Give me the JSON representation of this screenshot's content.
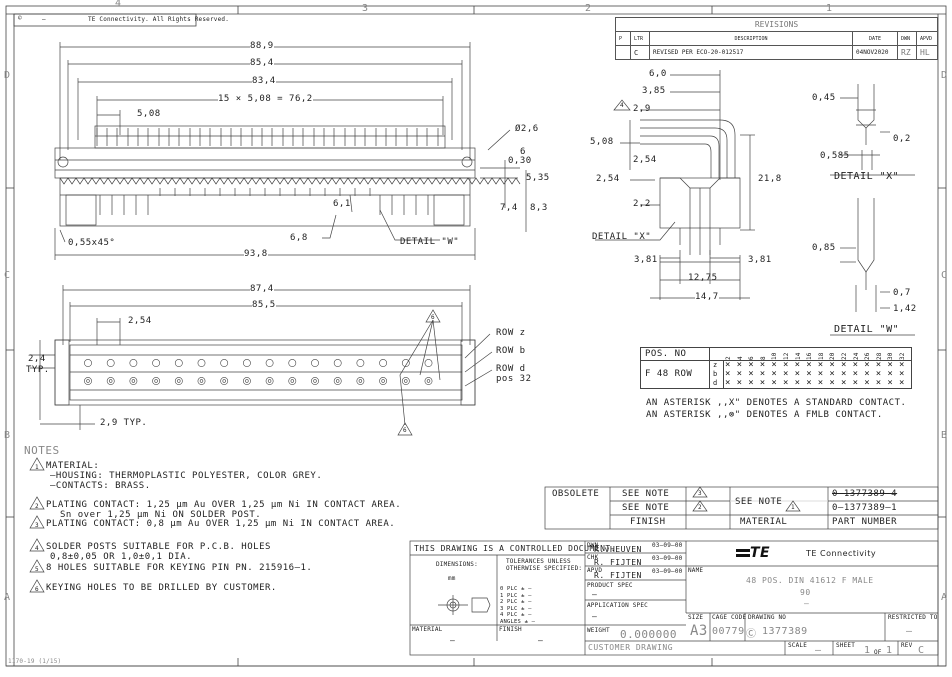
{
  "sheet": {
    "copyright": "TE Connectivity. All Rights Reserved.",
    "copyright_dash": "–",
    "zone_cols": [
      "4",
      "3",
      "2",
      "1"
    ],
    "zone_rows": [
      "D",
      "C",
      "B",
      "A"
    ],
    "form_id": "1170-19 (1/15)"
  },
  "revisions": {
    "title": "REVISIONS",
    "headers": [
      "P",
      "LTR",
      "DESCRIPTION",
      "DATE",
      "DWN",
      "APVD"
    ],
    "row": [
      "",
      "C",
      "REVISED PER ECO-20-012517",
      "04NOV2020",
      "RZ",
      "HL"
    ]
  },
  "front_view": {
    "dims": [
      "88,9",
      "85,4",
      "83,4",
      "15 × 5,08 = 76,2",
      "5,08",
      "Ø2,6",
      "6",
      "0,30",
      "5,35",
      "7,4",
      "8,3",
      "6,1",
      "6,8",
      "0,55x45°",
      "93,8"
    ],
    "detail_w_label": "DETAIL \"W\""
  },
  "bottom_view": {
    "dims": [
      "87,4",
      "85,5",
      "2,54",
      "2,4",
      "TYP.",
      "2,9 TYP."
    ],
    "rows": [
      "ROW z",
      "ROW b",
      "ROW d",
      "pos 32"
    ],
    "callout": "6"
  },
  "side_view": {
    "dims": [
      "6,0",
      "3,85",
      "2,9",
      "5,08",
      "2,54",
      "2,54",
      "2,2",
      "21,8",
      "3,81",
      "3,81",
      "12,75",
      "14,7"
    ],
    "detail_x_label": "DETAIL \"X\"",
    "callout": "4"
  },
  "detail_x": {
    "dims": [
      "0,45",
      "0,2",
      "0,585"
    ],
    "title": "DETAIL \"X\""
  },
  "detail_w": {
    "dims": [
      "0,85",
      "0,7",
      "1,42"
    ],
    "title": "DETAIL \"W\""
  },
  "pos_table": {
    "pos_label": "POS. NO",
    "positions": [
      "2",
      "4",
      "6",
      "8",
      "10",
      "12",
      "14",
      "16",
      "18",
      "20",
      "22",
      "24",
      "26",
      "28",
      "30",
      "32"
    ],
    "part_label": "F 48 ROW",
    "rows": [
      "z",
      "b",
      "d"
    ],
    "note1": "AN ASTERISK ,,X\" DENOTES A STANDARD CONTACT.",
    "note2": "AN ASTERISK ,,⊗\" DENOTES A FMLB CONTACT."
  },
  "notes": {
    "title": "NOTES",
    "items": [
      {
        "num": "1",
        "lines": [
          "MATERIAL:",
          "–HOUSING: THERMOPLASTIC POLYESTER, COLOR GREY.",
          "–CONTACTS: BRASS."
        ]
      },
      {
        "num": "2",
        "lines": [
          "PLATING CONTACT: 1,25 μm Au OVER 1,25 μm Ni IN CONTACT AREA.",
          "Sn over 1,25 μm Ni ON SOLDER POST."
        ]
      },
      {
        "num": "3",
        "lines": [
          "PLATING CONTACT: 0,8 μm Au OVER 1,25 μm Ni IN CONTACT AREA."
        ]
      },
      {
        "num": "4",
        "lines": [
          "SOLDER POSTS SUITABLE FOR P.C.B. HOLES",
          "0,8±0,05 OR 1,0±0,1 DIA."
        ]
      },
      {
        "num": "5",
        "lines": [
          "8 HOLES SUITABLE FOR KEYING PIN PN. 215916–1."
        ]
      },
      {
        "num": "6",
        "lines": [
          "KEYING HOLES TO BE DRILLED BY CUSTOMER."
        ]
      }
    ]
  },
  "obsolete_table": {
    "obsolete": "OBSOLETE",
    "see_note": "SEE NOTE",
    "n3": "3",
    "n2": "2",
    "n1": "1",
    "pn1": "0–1377389–4",
    "pn2": "0–1377389–1",
    "finish": "FINISH",
    "material": "MATERIAL",
    "part_number": "PART NUMBER"
  },
  "title_block": {
    "controlled": "THIS DRAWING IS A CONTROLLED DOCUMENT.",
    "dimensions": "DIMENSIONS:",
    "units": "mm",
    "tolerances": "TOLERANCES UNLESS",
    "otherwise": "OTHERWISE SPECIFIED:",
    "plc": [
      "0 PLC  ±  –",
      "1 PLC  ±  –",
      "2 PLC  ±  –",
      "3 PLC  ±  –",
      "4 PLC  ±  –",
      "ANGLES  ±  –"
    ],
    "material_label": "MATERIAL",
    "material_val": "–",
    "finish_label": "FINISH",
    "finish_val": "–",
    "dwn_label": "DWN",
    "dwn_name": "R.vHEUVEN",
    "dwn_date": "03–09–00",
    "chk_label": "CHK",
    "chk_name": "R. FIJTEN",
    "chk_date": "03–09–00",
    "apvd_label": "APVD",
    "apvd_name": "R. FIJTEN",
    "apvd_date": "03–09–00",
    "product_spec": "PRODUCT SPEC",
    "product_val": "–",
    "app_spec": "APPLICATION SPEC",
    "app_val": "–",
    "weight_label": "WEIGHT",
    "weight": "0.000000",
    "customer_drawing": "CUSTOMER DRAWING",
    "company": "TE Connectivity",
    "logo": "TE",
    "name_label": "NAME",
    "name1": "48 POS. DIN 41612 F MALE",
    "name2": "90",
    "name3": "–",
    "size_label": "SIZE",
    "size": "A3",
    "cage_label": "CAGE CODE",
    "cage": "00779",
    "drawing_no_label": "DRAWING NO",
    "drawing_no": "1377389",
    "restricted_label": "RESTRICTED TO",
    "restricted": "–",
    "scale_label": "SCALE",
    "scale": "–",
    "sheet_label": "SHEET",
    "sheet": "1",
    "of": "OF",
    "sheets": "1",
    "rev_label": "REV",
    "rev": "C"
  },
  "colors": {
    "line": "#3a3a3a",
    "light": "#8a8a8a"
  }
}
